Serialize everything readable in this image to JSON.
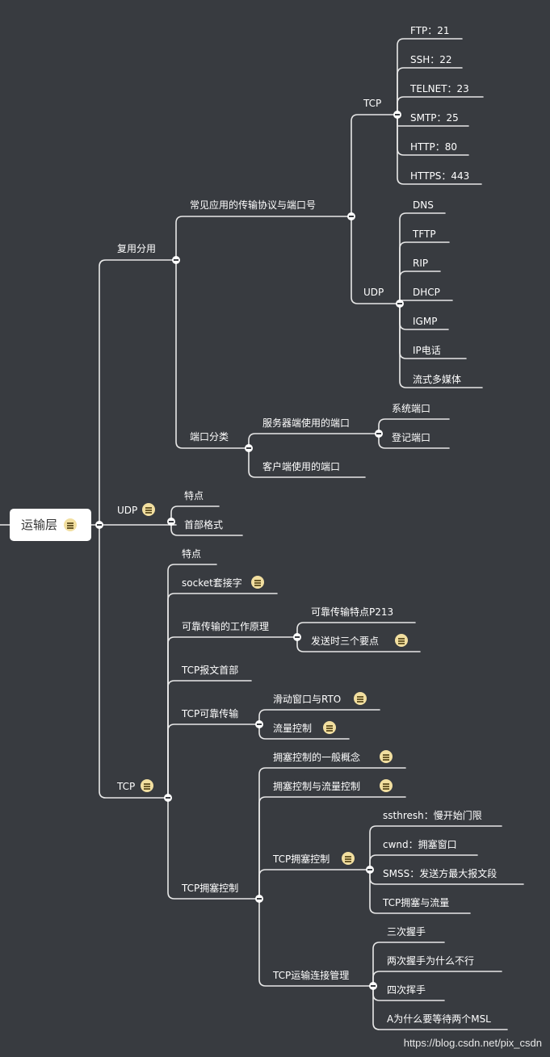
{
  "root": "运输层",
  "watermark": "https://blog.csdn.net/pix_csdn",
  "colors": {
    "background": "#383b40",
    "line": "#e8e8e8",
    "note_icon": "#f2dfa0"
  },
  "nodes": [
    {
      "id": "fuyong",
      "text": "复用分用"
    },
    {
      "id": "changjian",
      "text": "常见应用的传输协议与端口号"
    },
    {
      "id": "tcp_proto",
      "text": "TCP"
    },
    {
      "id": "ftp",
      "text": "FTP：21"
    },
    {
      "id": "ssh",
      "text": "SSH：22"
    },
    {
      "id": "telnet",
      "text": "TELNET：23"
    },
    {
      "id": "smtp",
      "text": "SMTP：25"
    },
    {
      "id": "http",
      "text": "HTTP：80"
    },
    {
      "id": "https",
      "text": "HTTPS：443"
    },
    {
      "id": "udp_proto",
      "text": "UDP"
    },
    {
      "id": "dns",
      "text": "DNS"
    },
    {
      "id": "tftp",
      "text": "TFTP"
    },
    {
      "id": "rip",
      "text": "RIP"
    },
    {
      "id": "dhcp",
      "text": "DHCP"
    },
    {
      "id": "igmp",
      "text": "IGMP"
    },
    {
      "id": "ipphone",
      "text": "IP电话"
    },
    {
      "id": "stream",
      "text": "流式多媒体"
    },
    {
      "id": "portcls",
      "text": "端口分类"
    },
    {
      "id": "serverport",
      "text": "服务器端使用的端口"
    },
    {
      "id": "sysport",
      "text": "系统端口"
    },
    {
      "id": "regport",
      "text": "登记端口"
    },
    {
      "id": "clientport",
      "text": "客户端使用的端口"
    },
    {
      "id": "udp",
      "text": "UDP"
    },
    {
      "id": "udp_tedian",
      "text": "特点"
    },
    {
      "id": "udp_header",
      "text": "首部格式"
    },
    {
      "id": "tcp",
      "text": "TCP"
    },
    {
      "id": "tcp_tedian",
      "text": "特点"
    },
    {
      "id": "socket",
      "text": "socket套接字"
    },
    {
      "id": "reliable",
      "text": "可靠传输的工作原理"
    },
    {
      "id": "reliable_p",
      "text": "可靠传输特点P213"
    },
    {
      "id": "three_points",
      "text": "发送时三个要点"
    },
    {
      "id": "tcp_header",
      "text": "TCP报文首部"
    },
    {
      "id": "tcp_reliable",
      "text": "TCP可靠传输"
    },
    {
      "id": "sliding",
      "text": "滑动窗口与RTO"
    },
    {
      "id": "flowctl",
      "text": "流量控制"
    },
    {
      "id": "tcp_cong",
      "text": "TCP拥塞控制"
    },
    {
      "id": "cong_concept",
      "text": "拥塞控制的一般概念"
    },
    {
      "id": "cong_vs_flow",
      "text": "拥塞控制与流量控制"
    },
    {
      "id": "tcp_cong2",
      "text": "TCP拥塞控制"
    },
    {
      "id": "ssthresh",
      "text": "ssthresh：慢开始门限"
    },
    {
      "id": "cwnd",
      "text": "cwnd：拥塞窗口"
    },
    {
      "id": "smss",
      "text": "SMSS：发送方最大报文段"
    },
    {
      "id": "cong_flow",
      "text": "TCP拥塞与流量"
    },
    {
      "id": "conn_mgmt",
      "text": "TCP运输连接管理"
    },
    {
      "id": "handshake3",
      "text": "三次握手"
    },
    {
      "id": "handshake2",
      "text": "两次握手为什么不行"
    },
    {
      "id": "wave4",
      "text": "四次挥手"
    },
    {
      "id": "msl",
      "text": "A为什么要等待两个MSL"
    }
  ]
}
